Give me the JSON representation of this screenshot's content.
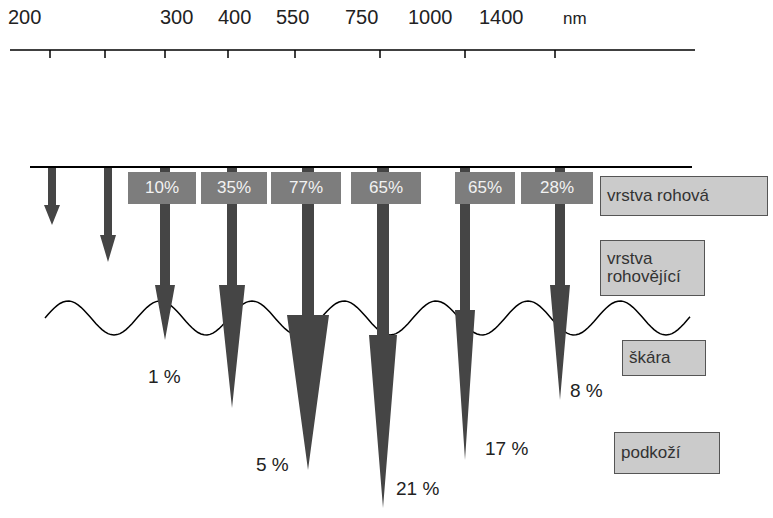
{
  "diagram": {
    "nodes": [
      {
        "text": [
          "10%"
        ]
      },
      {
        "text": [
          "35%"
        ]
      },
      {
        "text": [
          "77%"
        ]
      },
      {
        "text": [
          "65%"
        ]
      },
      {
        "text": [
          "65%"
        ]
      },
      {
        "text": [
          "28%"
        ]
      },
      {
        "text": [
          "vrstva rohová"
        ]
      },
      {
        "text": [
          "vrstva rohovějící"
        ]
      },
      {
        "text": [
          "škára"
        ]
      },
      {
        "text": [
          "podkoží"
        ]
      }
    ],
    "labels": [
      "200",
      "300",
      "400",
      "550",
      "750",
      "1000",
      "1400",
      "nm",
      "1 %",
      "5 %",
      "21 %",
      "17 %",
      "8 %"
    ]
  }
}
